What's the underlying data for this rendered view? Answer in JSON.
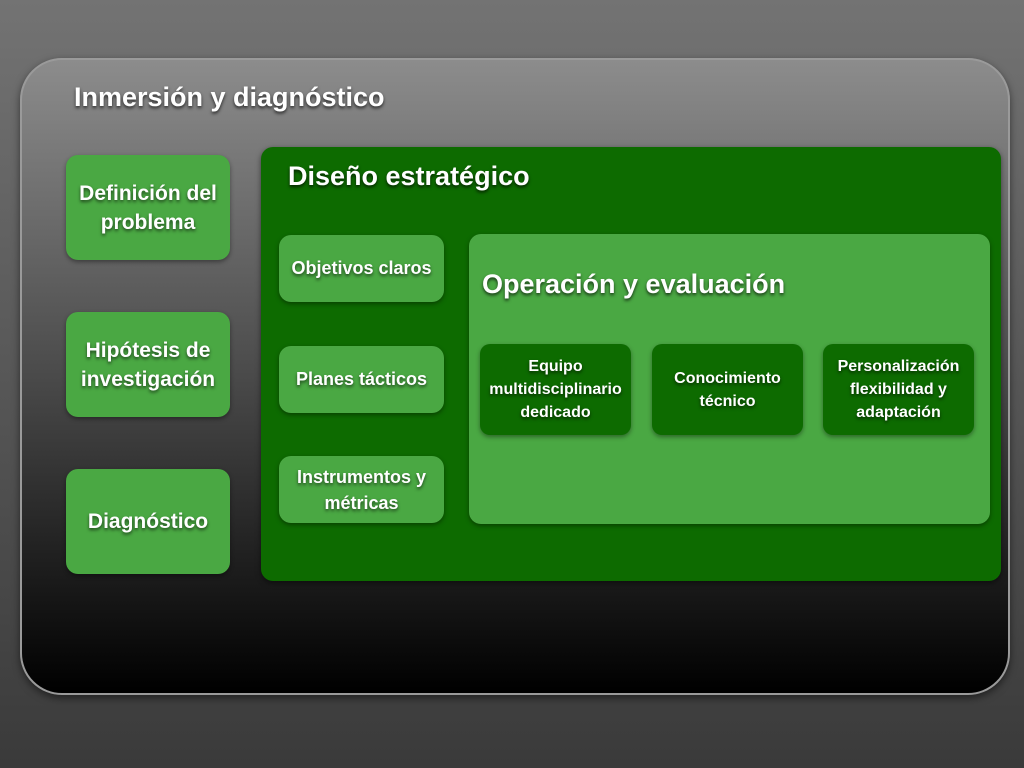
{
  "outer": {
    "title": "Inmersión y diagnóstico",
    "items": [
      "Definición del problema",
      "Hipótesis de investigación",
      "Diagnóstico"
    ]
  },
  "strategic": {
    "title": "Diseño estratégico",
    "items": [
      "Objetivos claros",
      "Planes tácticos",
      "Instrumentos y métricas"
    ]
  },
  "operation": {
    "title": "Operación y evaluación",
    "items": [
      "Equipo multidisciplinario dedicado",
      "Conocimiento técnico",
      "Personalización flexibilidad y adaptación"
    ]
  },
  "colors": {
    "dark_green": "#0d6b00",
    "light_green": "#4aa843"
  }
}
